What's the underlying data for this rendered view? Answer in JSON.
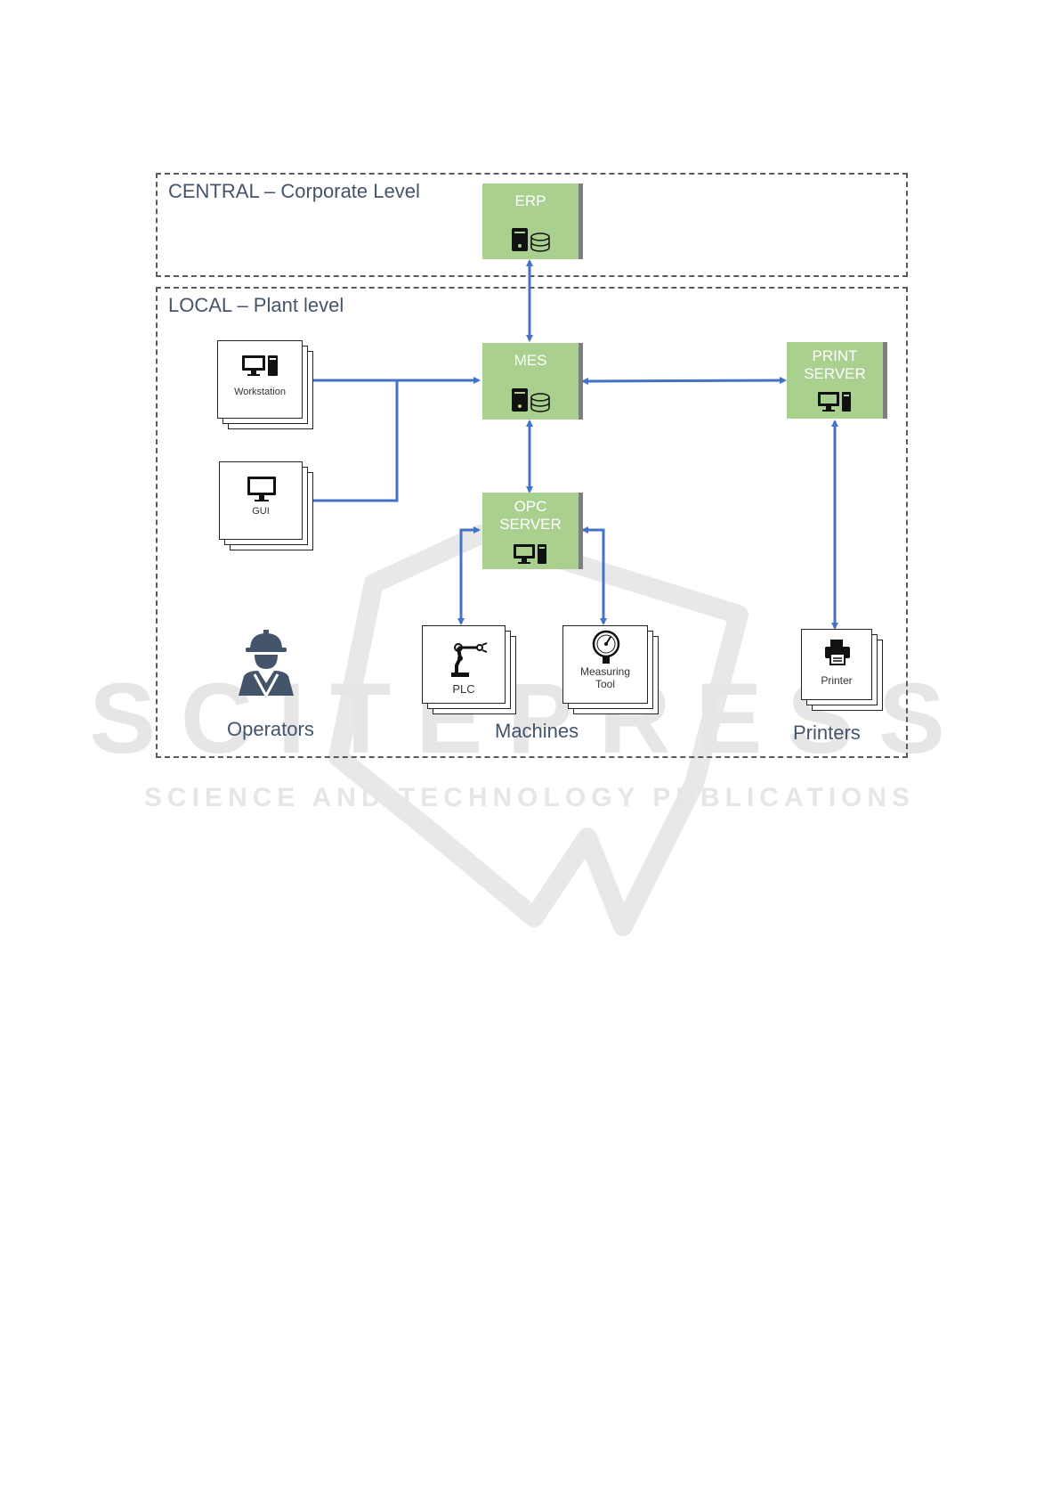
{
  "zones": {
    "central_title": "CENTRAL – Corporate Level",
    "local_title": "LOCAL – Plant level"
  },
  "nodes": {
    "erp": "ERP",
    "mes": "MES",
    "print_server_line1": "PRINT",
    "print_server_line2": "SERVER",
    "opc_line1": "OPC",
    "opc_line2": "SERVER"
  },
  "devices": {
    "workstation": "Workstation",
    "gui": "GUI",
    "plc": "PLC",
    "measuring_line1": "Measuring",
    "measuring_line2": "Tool",
    "printer": "Printer"
  },
  "groups": {
    "operators": "Operators",
    "machines": "Machines",
    "printers": "Printers"
  },
  "watermark": {
    "line1": "SCITEPRESS",
    "line2": "SCIENCE AND TECHNOLOGY PUBLICATIONS"
  },
  "colors": {
    "server_fill": "#a9d08e",
    "arrow": "#4472c4",
    "zone_border": "#5b5b5b"
  }
}
